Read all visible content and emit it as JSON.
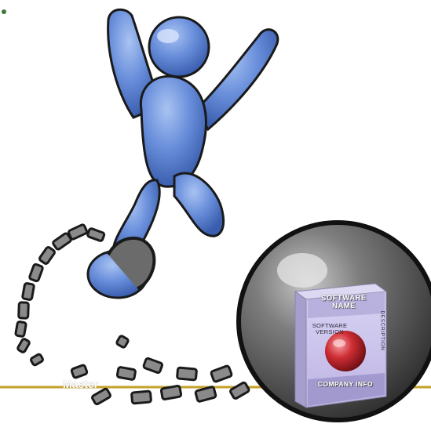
{
  "box": {
    "name": "SOFTWARE NAME",
    "version": "SOFTWARE VERSION",
    "company": "COMPANY INFO",
    "spine": "DESCRIPTION"
  },
  "caption": "Master",
  "colors": {
    "figure": "#5b82d6",
    "figure_dark": "#3a5fae",
    "outline": "#1a1a1a",
    "chain": "#7a7a7a",
    "ball": "#555555",
    "accent_line": "#c4a22a",
    "bullet": "#3a7a3a",
    "box_top": "#b9b3d9",
    "box_front": "#cfc8ee",
    "red_sphere": "#c8282e"
  },
  "icons": [
    "bullet-dot-icon",
    "shackle-icon"
  ]
}
